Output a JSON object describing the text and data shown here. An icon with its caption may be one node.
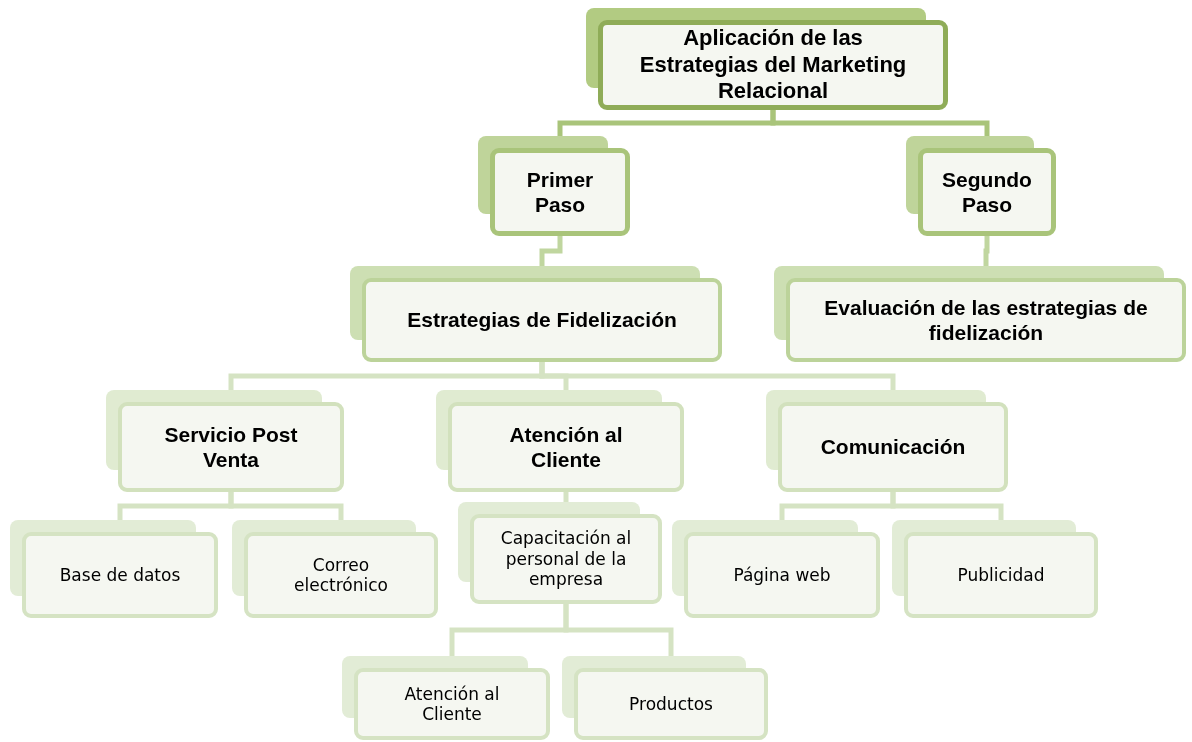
{
  "diagram": {
    "nodes": [
      {
        "text": [
          "Aplicación de las Estrategias del Marketing Relacional"
        ]
      },
      {
        "text": [
          "Primer Paso"
        ]
      },
      {
        "text": [
          "Segundo Paso"
        ]
      },
      {
        "text": [
          "Estrategias de Fidelización"
        ]
      },
      {
        "text": [
          "Evaluación de las estrategias de fidelización"
        ]
      },
      {
        "text": [
          "Servicio Post Venta"
        ]
      },
      {
        "text": [
          "Atención al Cliente"
        ]
      },
      {
        "text": [
          "Comunicación"
        ]
      },
      {
        "text": [
          "Base de datos"
        ]
      },
      {
        "text": [
          "Correo electrónico"
        ]
      },
      {
        "text": [
          "Capacitación al personal de la empresa"
        ]
      },
      {
        "text": [
          "Página web"
        ]
      },
      {
        "text": [
          "Publicidad"
        ]
      },
      {
        "text": [
          "Atención al Cliente"
        ]
      },
      {
        "text": [
          "Productos"
        ]
      }
    ],
    "edges": [
      {
        "from": 0,
        "to": 1,
        "arrow": "none",
        "color": "#a9c47a"
      },
      {
        "from": 0,
        "to": 2,
        "arrow": "none",
        "color": "#a9c47a"
      },
      {
        "from": 1,
        "to": 3,
        "arrow": "none",
        "color": "#c0d69f"
      },
      {
        "from": 2,
        "to": 4,
        "arrow": "none",
        "color": "#c0d69f"
      },
      {
        "from": 3,
        "to": 5,
        "arrow": "none",
        "color": "#d5e3c3"
      },
      {
        "from": 3,
        "to": 6,
        "arrow": "none",
        "color": "#d5e3c3"
      },
      {
        "from": 3,
        "to": 7,
        "arrow": "none",
        "color": "#d5e3c3"
      },
      {
        "from": 5,
        "to": 8,
        "arrow": "none",
        "color": "#d5e3c3"
      },
      {
        "from": 5,
        "to": 9,
        "arrow": "none",
        "color": "#d5e3c3"
      },
      {
        "from": 6,
        "to": 10,
        "arrow": "none",
        "color": "#d5e3c3"
      },
      {
        "from": 7,
        "to": 11,
        "arrow": "none",
        "color": "#d5e3c3"
      },
      {
        "from": 7,
        "to": 12,
        "arrow": "none",
        "color": "#d5e3c3"
      },
      {
        "from": 10,
        "to": 13,
        "arrow": "none",
        "color": "#d5e3c3"
      },
      {
        "from": 10,
        "to": 14,
        "arrow": "none",
        "color": "#d5e3c3"
      }
    ]
  }
}
